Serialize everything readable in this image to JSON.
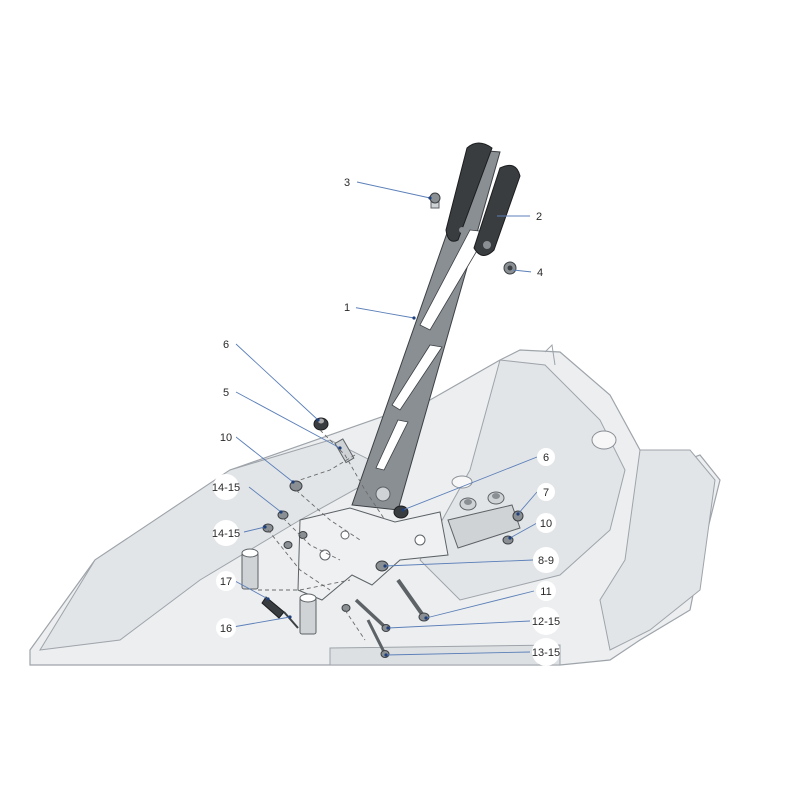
{
  "diagram": {
    "callouts": [
      {
        "id": "c1",
        "text": "1"
      },
      {
        "id": "c2",
        "text": "2"
      },
      {
        "id": "c3",
        "text": "3"
      },
      {
        "id": "c4",
        "text": "4"
      },
      {
        "id": "c5",
        "text": "5"
      },
      {
        "id": "c6a",
        "text": "6"
      },
      {
        "id": "c6b",
        "text": "6"
      },
      {
        "id": "c7",
        "text": "7"
      },
      {
        "id": "c8",
        "text": "8-9"
      },
      {
        "id": "c10a",
        "text": "10"
      },
      {
        "id": "c10b",
        "text": "10"
      },
      {
        "id": "c11",
        "text": "11"
      },
      {
        "id": "c12",
        "text": "12-15"
      },
      {
        "id": "c13",
        "text": "13-15"
      },
      {
        "id": "c14a",
        "text": "14-15"
      },
      {
        "id": "c14b",
        "text": "14-15"
      },
      {
        "id": "c16",
        "text": "16"
      },
      {
        "id": "c17",
        "text": "17"
      }
    ],
    "colors": {
      "leader": "#5b7fb8",
      "lever": "#8a8f94",
      "grip": "#3a3d40",
      "body": "#eceef0"
    }
  }
}
